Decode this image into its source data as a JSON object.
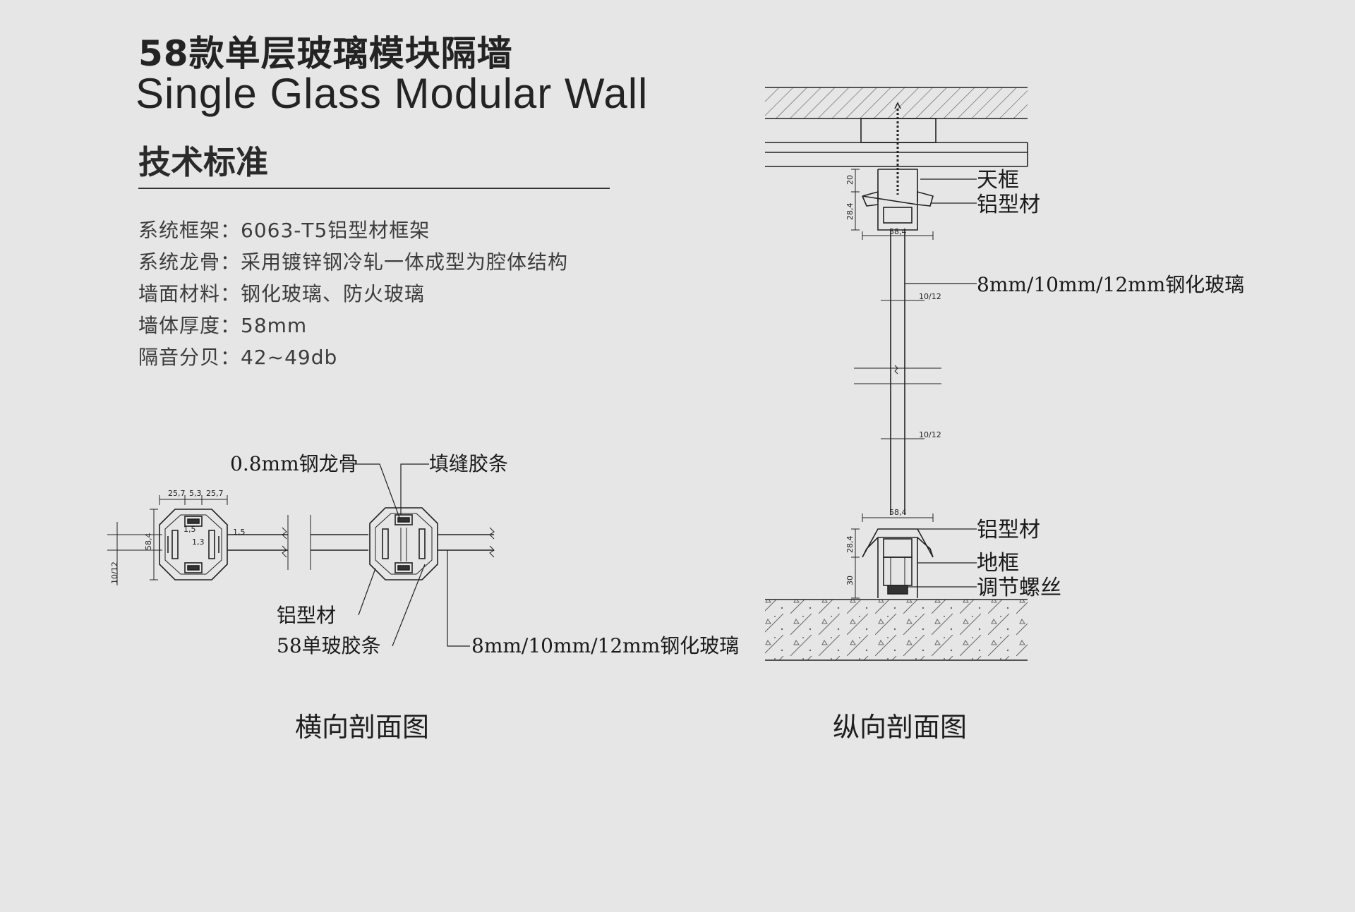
{
  "header": {
    "title_cn": "58款单层玻璃模块隔墙",
    "title_en": "Single Glass Modular Wall",
    "subtitle": "技术标准"
  },
  "specs": [
    "系统框架：6063-T5铝型材框架",
    "系统龙骨：采用镀锌钢冷轧一体成型为腔体结构",
    "墙面材料：钢化玻璃、防火玻璃",
    "墙体厚度：58mm",
    "隔音分贝：42~49db"
  ],
  "horizontal_section": {
    "caption": "横向剖面图",
    "labels": {
      "steel_keel": "0.8mm钢龙骨",
      "gap_strip": "填缝胶条",
      "aluminum": "铝型材",
      "glass_strip": "58单玻胶条",
      "glass": "8mm/10mm/12mm钢化玻璃"
    },
    "dims": {
      "w1": "25,7",
      "w2": "5,3",
      "w3": "25,7",
      "h": "58,4",
      "t": "10/12",
      "a": "1,5",
      "b": "1,3",
      "c": "1,5"
    }
  },
  "vertical_section": {
    "caption": "纵向剖面图",
    "labels": {
      "top_frame": "天框",
      "top_aluminum": "铝型材",
      "glass": "8mm/10mm/12mm钢化玻璃",
      "bottom_aluminum": "铝型材",
      "floor_frame": "地框",
      "adjust_screw": "调节螺丝"
    },
    "dims": {
      "top_h1": "20",
      "top_h2": "28,4",
      "top_w": "58,4",
      "glass_t1": "10/12",
      "glass_t2": "10/12",
      "bot_w": "58,4",
      "bot_h1": "28,4",
      "bot_h2": "30"
    }
  }
}
